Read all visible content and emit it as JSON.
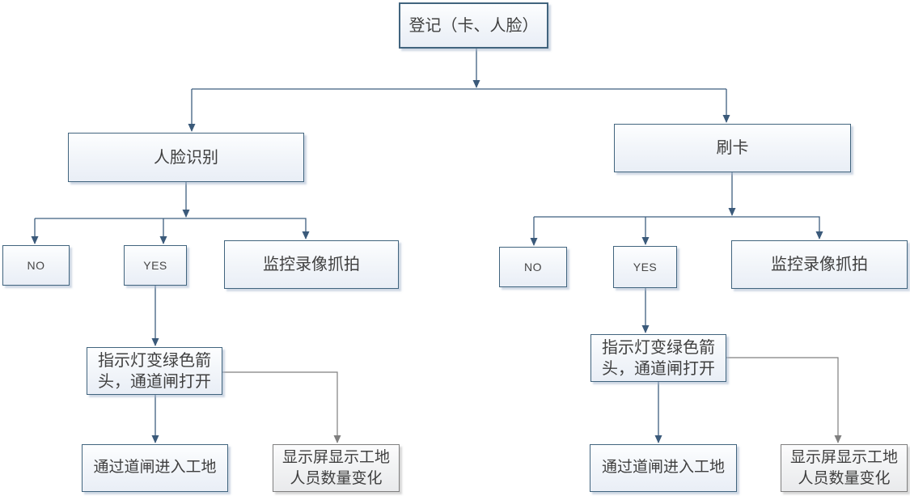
{
  "diagram": {
    "type": "flowchart",
    "language": "zh-CN",
    "colors": {
      "background": "#ffffff",
      "connector_blue": "#3f5f7f",
      "connector_gray": "#7f7f7f",
      "box_border_blue": "#41647e",
      "box_border_gray": "#7f7f7f",
      "box_fill_top": "#fdfeff",
      "box_fill_bottom": "#e9eef6",
      "text": "#3f3f3f"
    },
    "nodes": {
      "register": {
        "label": "登记（卡、人脸）"
      },
      "face": {
        "label": "人脸识别"
      },
      "card": {
        "label": "刷卡"
      },
      "face_no": {
        "label": "NO"
      },
      "face_yes": {
        "label": "YES"
      },
      "face_capture": {
        "label": "监控录像抓拍"
      },
      "face_light": {
        "label": "指示灯变绿色箭头，通道闸打开"
      },
      "face_enter": {
        "label": "通过道闸进入工地"
      },
      "face_display": {
        "label": "显示屏显示工地人员数量变化"
      },
      "card_no": {
        "label": "NO"
      },
      "card_yes": {
        "label": "YES"
      },
      "card_capture": {
        "label": "监控录像抓拍"
      },
      "card_light": {
        "label": "指示灯变绿色箭头，通道闸打开"
      },
      "card_enter": {
        "label": "通过道闸进入工地"
      },
      "card_display": {
        "label": "显示屏显示工地人员数量变化"
      }
    },
    "edges": [
      {
        "from": "register",
        "to": "face"
      },
      {
        "from": "register",
        "to": "card"
      },
      {
        "from": "face",
        "to": "face_no"
      },
      {
        "from": "face",
        "to": "face_yes"
      },
      {
        "from": "face",
        "to": "face_capture"
      },
      {
        "from": "face_yes",
        "to": "face_light"
      },
      {
        "from": "face_light",
        "to": "face_enter"
      },
      {
        "from": "face_light",
        "to": "face_display",
        "color": "gray"
      },
      {
        "from": "card",
        "to": "card_no"
      },
      {
        "from": "card",
        "to": "card_yes"
      },
      {
        "from": "card",
        "to": "card_capture"
      },
      {
        "from": "card_yes",
        "to": "card_light"
      },
      {
        "from": "card_light",
        "to": "card_enter"
      },
      {
        "from": "card_light",
        "to": "card_display",
        "color": "gray"
      }
    ]
  }
}
